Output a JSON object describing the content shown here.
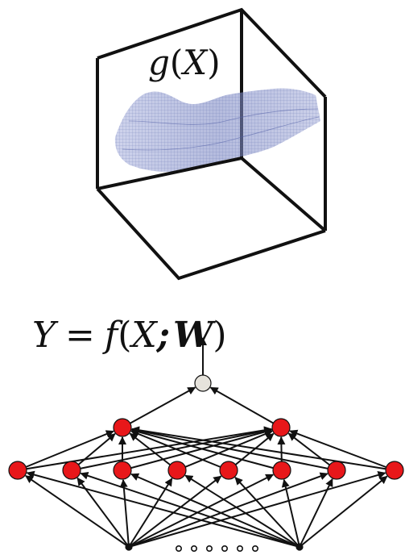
{
  "surface_label": {
    "func": "g",
    "open": "(",
    "var": "X",
    "close": ")"
  },
  "network_equation": {
    "lhs": "Y",
    "equals": "=",
    "func": "f",
    "open": "(",
    "var": "X",
    "sep": ";",
    "weights": "W",
    "close": ")"
  },
  "network": {
    "input_count_visible": 2,
    "ellipsis_dots": 6,
    "hidden_layer_1_count": 8,
    "hidden_layer_2_count": 2,
    "output_count": 1
  },
  "colors": {
    "hidden_node": "#e8171a",
    "output_node": "#e6e3dc",
    "input_node": "#111111",
    "surface": "#6c78b6",
    "edges": "#111111"
  }
}
